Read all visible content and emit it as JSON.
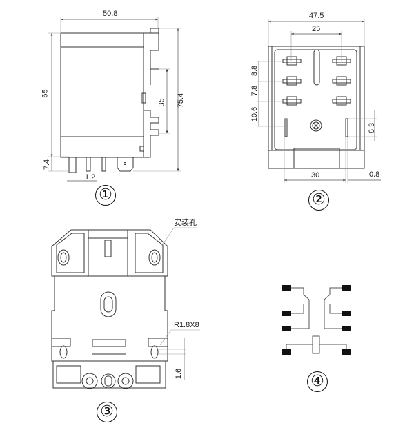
{
  "view1": {
    "number": "①",
    "dims": {
      "width": "50.8",
      "height": "65",
      "total_height": "75.4",
      "rail": "35",
      "pin_len": "7.4",
      "pin_w": "1.2"
    }
  },
  "view2": {
    "number": "②",
    "dims": {
      "width": "47.5",
      "pin_span": "25",
      "row1": "8.8",
      "row2": "7.8",
      "row3": "10.6",
      "slot": "6.3",
      "bottom": "30",
      "gap": "0.8"
    }
  },
  "view3": {
    "number": "③",
    "labels": {
      "mount_hole": "安装孔",
      "slot": "R1.8X8",
      "offset": "1.6"
    }
  },
  "view4": {
    "number": "④"
  }
}
